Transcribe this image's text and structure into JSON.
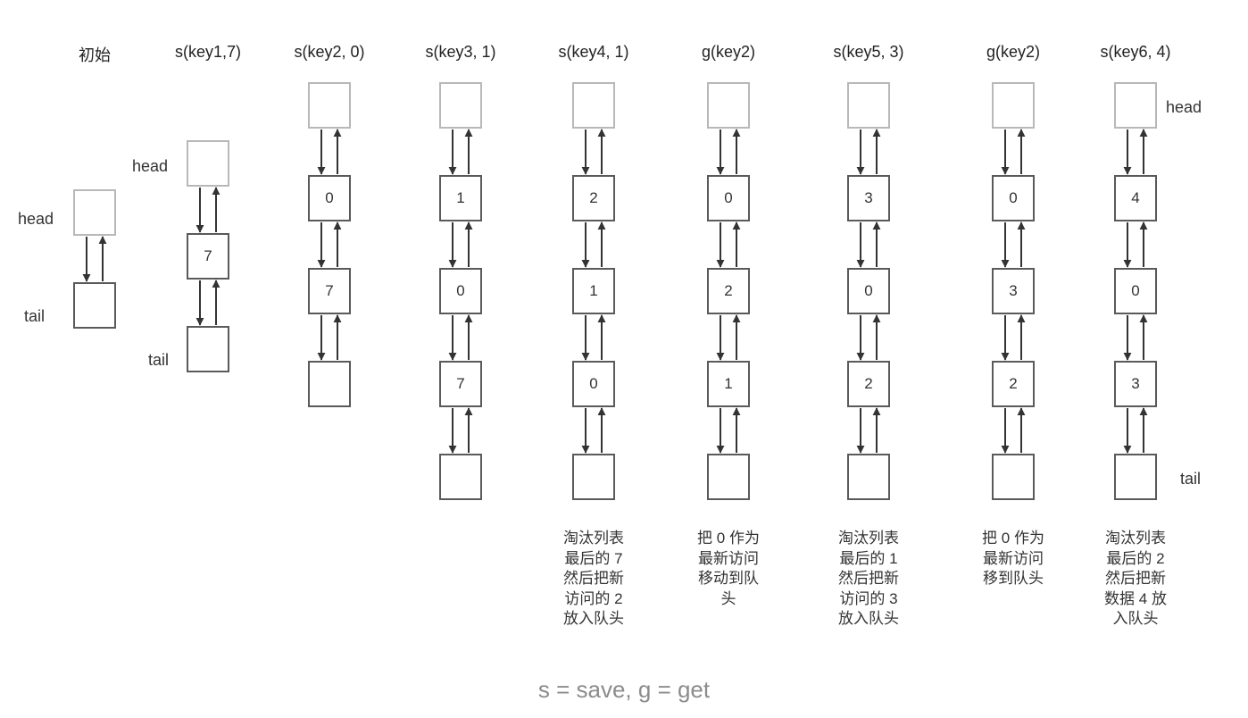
{
  "footer": "s = save, g = get",
  "columns": [
    {
      "title": "初始",
      "nodes": [
        "",
        ""
      ],
      "labels": {
        "head": "head",
        "tail": "tail"
      },
      "note": ""
    },
    {
      "title": "s(key1,7)",
      "nodes": [
        "",
        "7",
        ""
      ],
      "labels": {
        "head": "head",
        "tail": "tail"
      },
      "note": ""
    },
    {
      "title": "s(key2, 0)",
      "nodes": [
        "",
        "0",
        "7",
        ""
      ],
      "labels": {},
      "note": ""
    },
    {
      "title": "s(key3, 1)",
      "nodes": [
        "",
        "1",
        "0",
        "7",
        ""
      ],
      "labels": {},
      "note": ""
    },
    {
      "title": "s(key4, 1)",
      "nodes": [
        "",
        "2",
        "1",
        "0",
        ""
      ],
      "labels": {},
      "note": [
        "淘汰列表",
        "最后的 7",
        "然后把新",
        "访问的 2",
        "放入队头"
      ]
    },
    {
      "title": "g(key2)",
      "nodes": [
        "",
        "0",
        "2",
        "1",
        ""
      ],
      "labels": {},
      "note": [
        "把 0 作为",
        "最新访问",
        "移动到队",
        "头"
      ]
    },
    {
      "title": "s(key5, 3)",
      "nodes": [
        "",
        "3",
        "0",
        "2",
        ""
      ],
      "labels": {},
      "note": [
        "淘汰列表",
        "最后的 1",
        "然后把新",
        "访问的 3",
        "放入队头"
      ]
    },
    {
      "title": "g(key2)",
      "nodes": [
        "",
        "0",
        "3",
        "2",
        ""
      ],
      "labels": {},
      "note": [
        "把 0 作为",
        "最新访问",
        "移到队头"
      ]
    },
    {
      "title": "s(key6, 4)",
      "nodes": [
        "",
        "4",
        "0",
        "3",
        ""
      ],
      "labels": {
        "head": "head",
        "tail": "tail"
      },
      "note": [
        "淘汰列表",
        "最后的 2",
        "然后把新",
        "数据 4 放",
        "入队头"
      ]
    }
  ]
}
